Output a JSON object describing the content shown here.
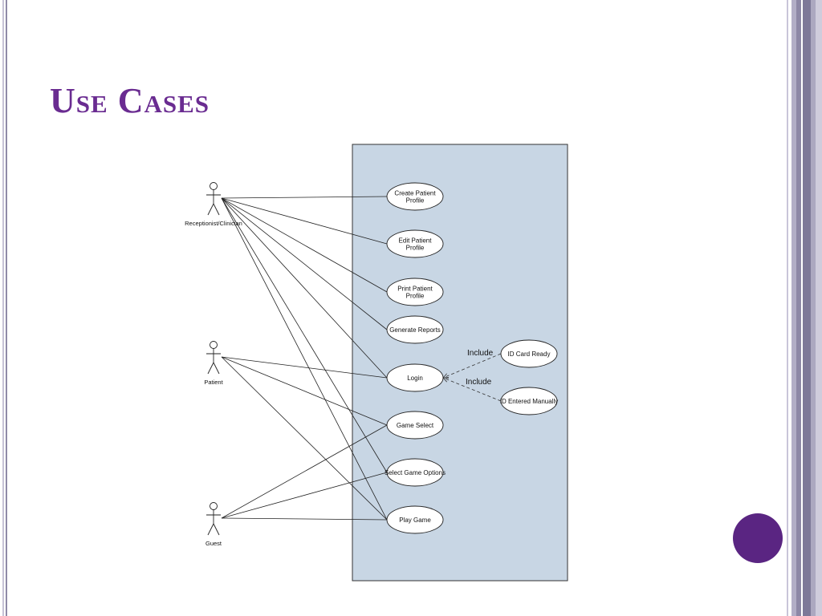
{
  "slide": {
    "title": "Use Cases",
    "accent_color": "#6a2c91",
    "circle_color": "#5a2582"
  },
  "diagram": {
    "actors": [
      {
        "id": "receptionist",
        "label": "Receptionist/Clinician"
      },
      {
        "id": "patient",
        "label": "Patient"
      },
      {
        "id": "guest",
        "label": "Guest"
      }
    ],
    "use_cases": [
      {
        "id": "create",
        "lines": [
          "Create Patient",
          "Profile"
        ]
      },
      {
        "id": "edit",
        "lines": [
          "Edit Patient",
          "Profile"
        ]
      },
      {
        "id": "print",
        "lines": [
          "Print Patient",
          "Profile"
        ]
      },
      {
        "id": "reports",
        "lines": [
          "Generate Reports"
        ]
      },
      {
        "id": "login",
        "lines": [
          "Login"
        ]
      },
      {
        "id": "gameselect",
        "lines": [
          "Game Select"
        ]
      },
      {
        "id": "options",
        "lines": [
          "Select Game Options"
        ]
      },
      {
        "id": "play",
        "lines": [
          "Play Game"
        ]
      },
      {
        "id": "idcard",
        "lines": [
          "ID Card Ready"
        ]
      },
      {
        "id": "idmanual",
        "lines": [
          "ID Entered Manually"
        ]
      }
    ],
    "associations": [
      [
        "receptionist",
        "create"
      ],
      [
        "receptionist",
        "edit"
      ],
      [
        "receptionist",
        "print"
      ],
      [
        "receptionist",
        "reports"
      ],
      [
        "receptionist",
        "login"
      ],
      [
        "receptionist",
        "options"
      ],
      [
        "receptionist",
        "play"
      ],
      [
        "patient",
        "login"
      ],
      [
        "patient",
        "gameselect"
      ],
      [
        "patient",
        "play"
      ],
      [
        "guest",
        "gameselect"
      ],
      [
        "guest",
        "options"
      ],
      [
        "guest",
        "play"
      ]
    ],
    "includes": [
      {
        "from": "idcard",
        "to": "login",
        "label": "Include"
      },
      {
        "from": "idmanual",
        "to": "login",
        "label": "Include"
      }
    ]
  }
}
